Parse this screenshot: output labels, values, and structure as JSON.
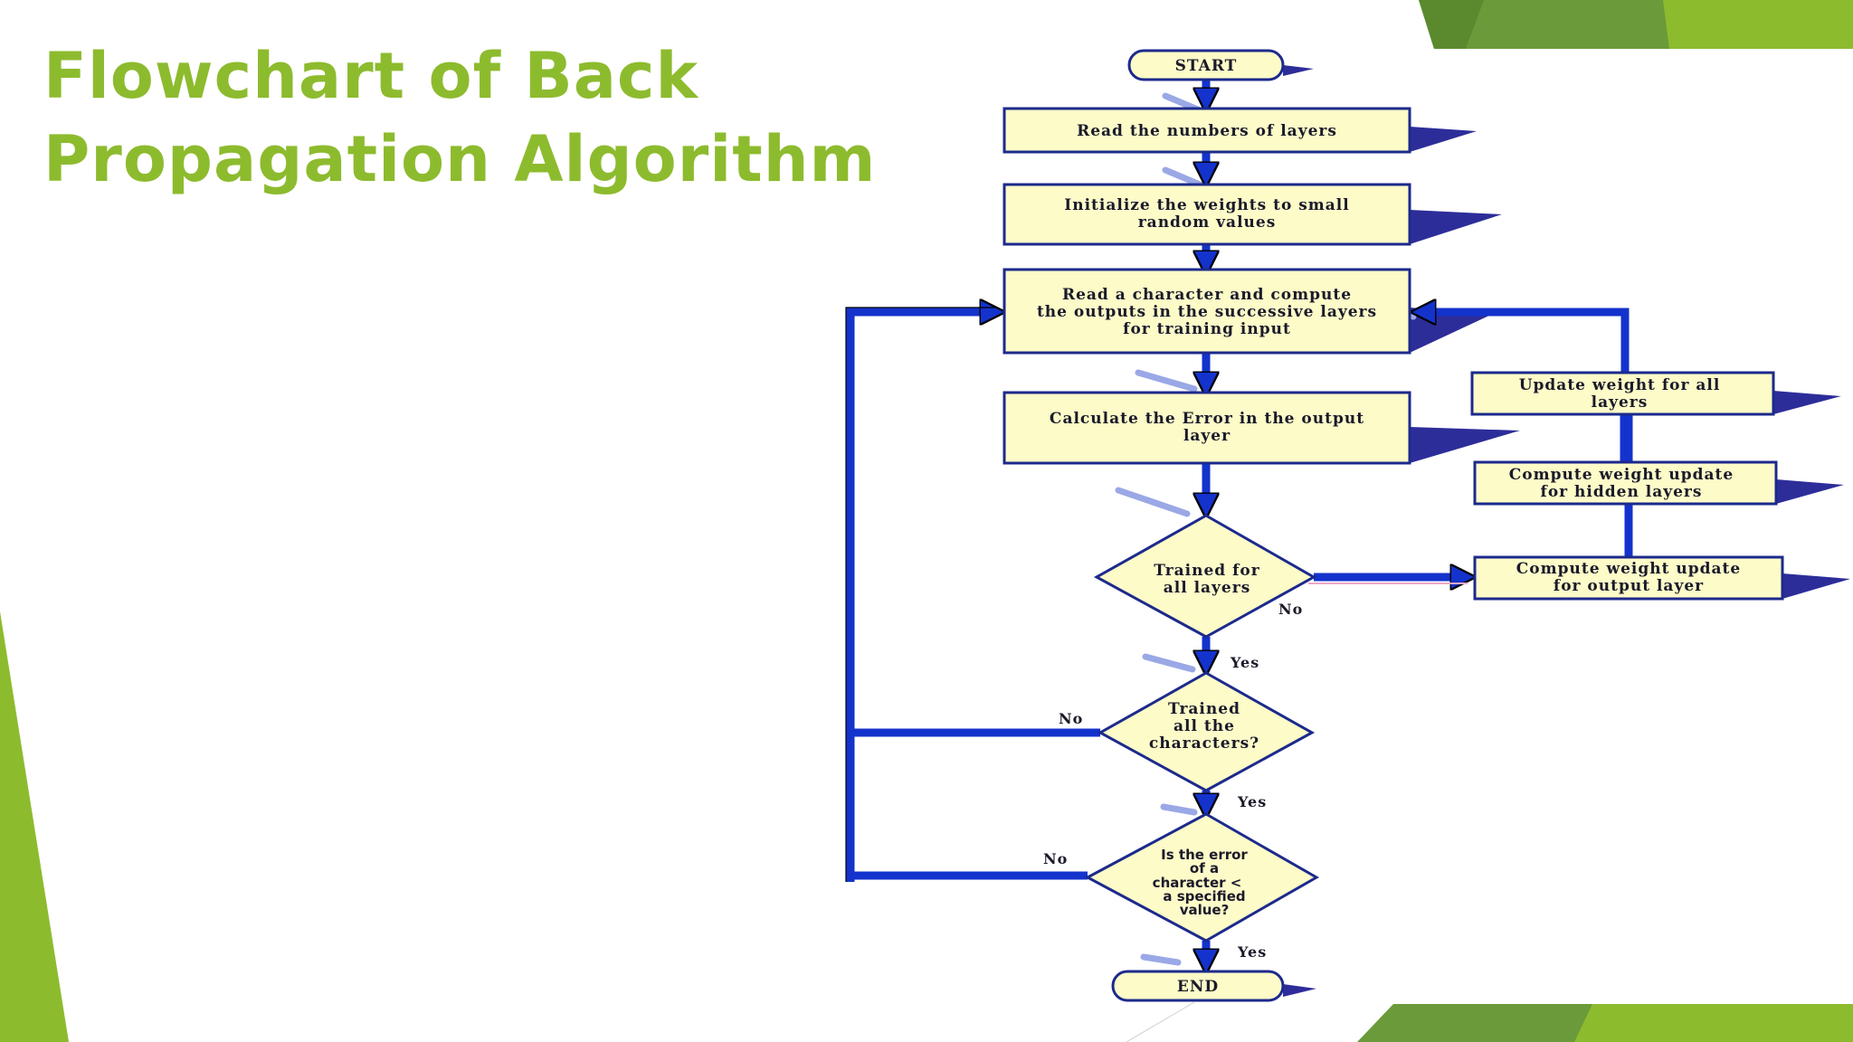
{
  "title": {
    "line1": "Flowchart of Back",
    "line2": "Propagation Algorithm"
  },
  "colors": {
    "title": "#8dbb2e",
    "accent": "#8dbb2e",
    "node_fill": "#fdfbc8",
    "node_border": "#1c2a8c",
    "arrow": "#1433cc"
  },
  "flow": {
    "start": "START",
    "read_layers": "Read the numbers of layers",
    "init_weights": [
      "Initialize the weights to small",
      "random values"
    ],
    "read_char": [
      "Read a character and compute",
      "the outputs in the successive layers",
      "for training input"
    ],
    "calc_error": [
      "Calculate the Error in the output",
      "layer"
    ],
    "trained_layers": [
      "Trained for",
      "all layers"
    ],
    "trained_chars": [
      "Trained",
      "all the",
      "characters?"
    ],
    "error_check": [
      "Is the error",
      "of a",
      "character <",
      "a specified",
      "value?"
    ],
    "end": "END",
    "update_weight": [
      "Update  weight for all",
      "layers"
    ],
    "hidden_update": [
      "Compute weight update",
      "for hidden layers"
    ],
    "output_update": [
      "Compute weight update",
      "for output layer"
    ],
    "labels": {
      "no1": "No",
      "yes1": "Yes",
      "no2": "No",
      "yes2": "Yes",
      "no3": "No",
      "yes3": "Yes"
    }
  }
}
